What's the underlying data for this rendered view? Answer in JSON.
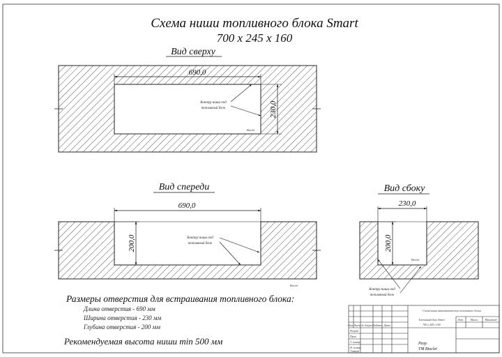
{
  "title": "Схема ниши топливного блока  Smart",
  "subtitle": "700 x 245 x 160",
  "views": {
    "top": {
      "label": "Вид сверху",
      "width_dim": "690,0",
      "height_dim": "230,0",
      "callout": [
        "Контур ниши под",
        "топливный блок"
      ],
      "brand": "Bioclet"
    },
    "front": {
      "label": "Вид спереди",
      "width_dim": "690,0",
      "height_dim": "200,0",
      "callout": [
        "Контур ниши под",
        "топливный блок"
      ],
      "brand": "Bioclet"
    },
    "side": {
      "label": "Вид сбоку",
      "width_dim": "230,0",
      "height_dim": "200,0",
      "callout": [
        "Контур ниши под",
        "топливный блок"
      ],
      "brand": "Bioclet"
    }
  },
  "notes": {
    "heading": "Размеры отверстия для встраивания топливного блока:",
    "lines": [
      "Длина отверстия - 690 мм",
      "Ширина отверстия - 230 мм",
      "Глубина отверстия - 200 мм"
    ],
    "recommendation": "Рекомендуемая высота ниши  min 500  мм"
  },
  "title_block": {
    "doc_name": "Схема ниши автоматического топливного блока",
    "product": "Топливный блок  Smart",
    "dims": "700 x 245 x 160",
    "col_labels": [
      "Лит.",
      "Масса",
      "Масштаб"
    ],
    "row_labels": [
      "Изм.",
      "Лист",
      "№ докум.",
      "Подпись",
      "Дата"
    ],
    "left_labels": [
      "Разраб.",
      "Пров.",
      "Т. контр.",
      "Н. контр.",
      "Утверд."
    ],
    "sheet_info": "Разр.",
    "company": "ТМ Bioclet"
  }
}
